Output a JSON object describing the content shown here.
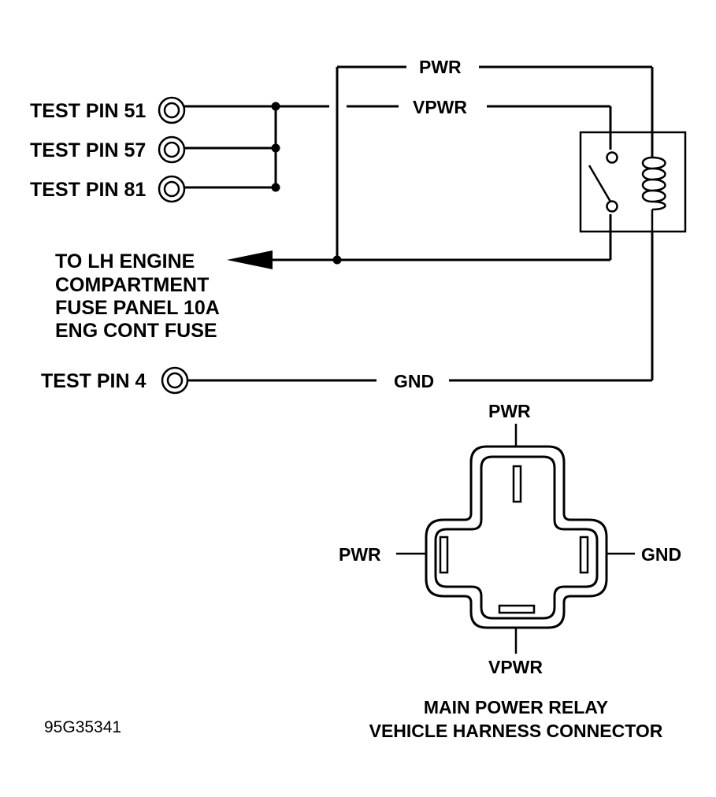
{
  "test_pins": {
    "pin51": "TEST PIN 51",
    "pin57": "TEST PIN 57",
    "pin81": "TEST PIN 81",
    "pin4": "TEST PIN 4"
  },
  "wires": {
    "pwr": "PWR",
    "vpwr": "VPWR",
    "gnd": "GND"
  },
  "destination": {
    "line1": "TO LH ENGINE",
    "line2": "COMPARTMENT",
    "line3": "FUSE PANEL 10A",
    "line4": "ENG CONT FUSE"
  },
  "connector": {
    "top": "PWR",
    "left": "PWR",
    "right": "GND",
    "bottom": "VPWR",
    "caption_line1": "MAIN POWER RELAY",
    "caption_line2": "VEHICLE HARNESS CONNECTOR"
  },
  "figure_id": "95G35341"
}
